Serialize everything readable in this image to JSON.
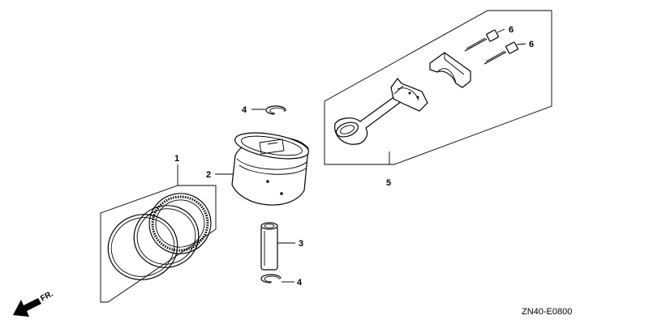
{
  "diagram": {
    "callouts": {
      "rings": "1",
      "piston": "2",
      "pin": "3",
      "clip_top": "4",
      "clip_bottom": "4",
      "rod": "5",
      "bolt_top": "6",
      "bolt_bottom": "6"
    },
    "direction_label": "FR.",
    "drawing_code": "ZN40-E0800"
  }
}
